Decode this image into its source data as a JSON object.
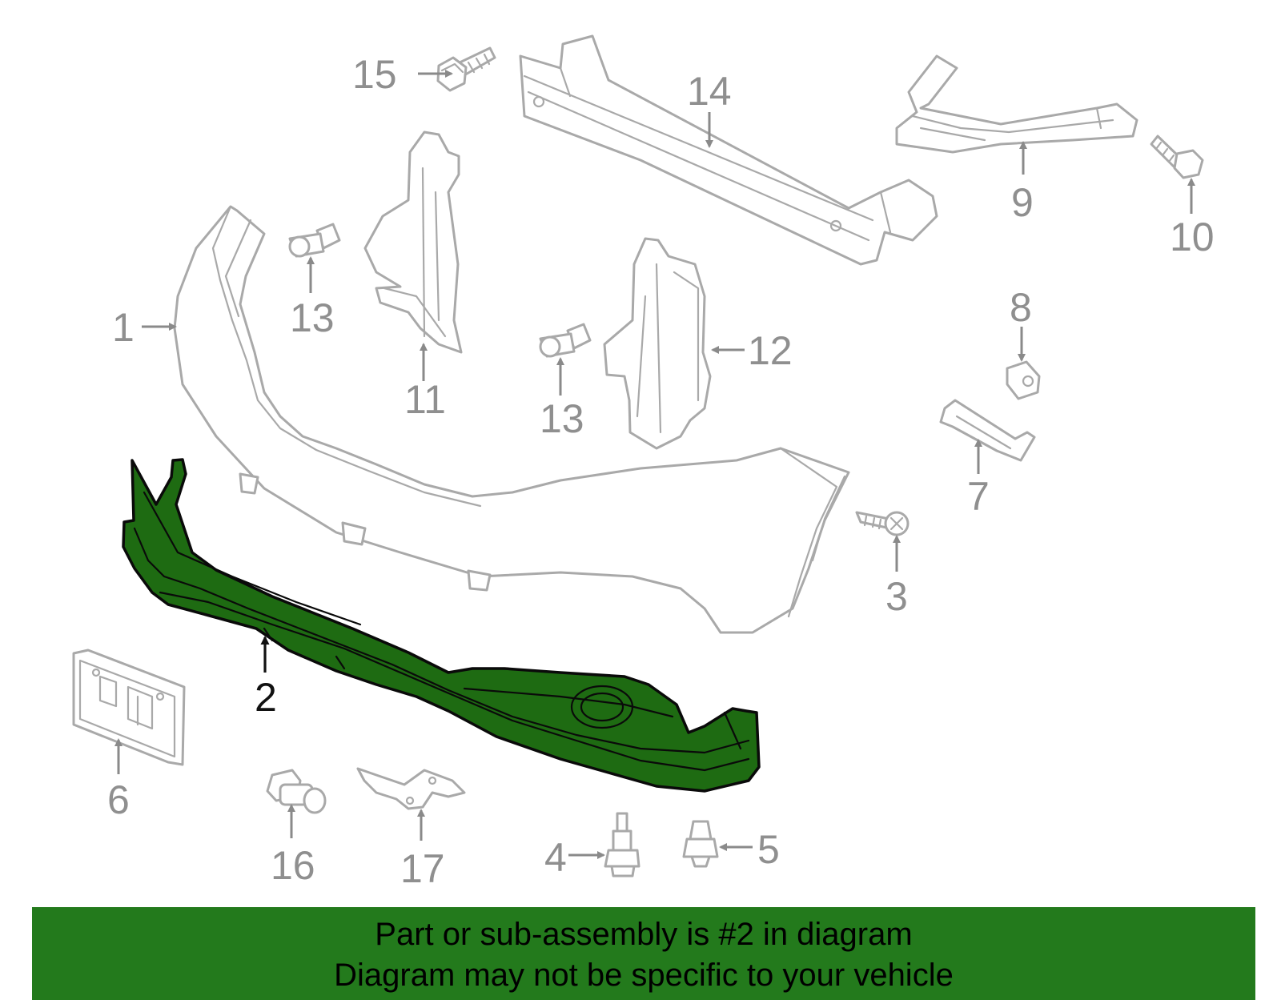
{
  "diagram": {
    "highlighted_part": "2",
    "labels": [
      "1",
      "2",
      "3",
      "4",
      "5",
      "6",
      "7",
      "8",
      "9",
      "10",
      "11",
      "12",
      "13",
      "13",
      "14",
      "15",
      "16",
      "17"
    ],
    "colors": {
      "highlight_fill": "#1e6b12",
      "line_gray": "#a9a9a9",
      "banner": "#237a1c"
    }
  },
  "banner": {
    "line1": "Part or sub-assembly is #2 in diagram",
    "line2": "Diagram may not be specific to your vehicle"
  }
}
